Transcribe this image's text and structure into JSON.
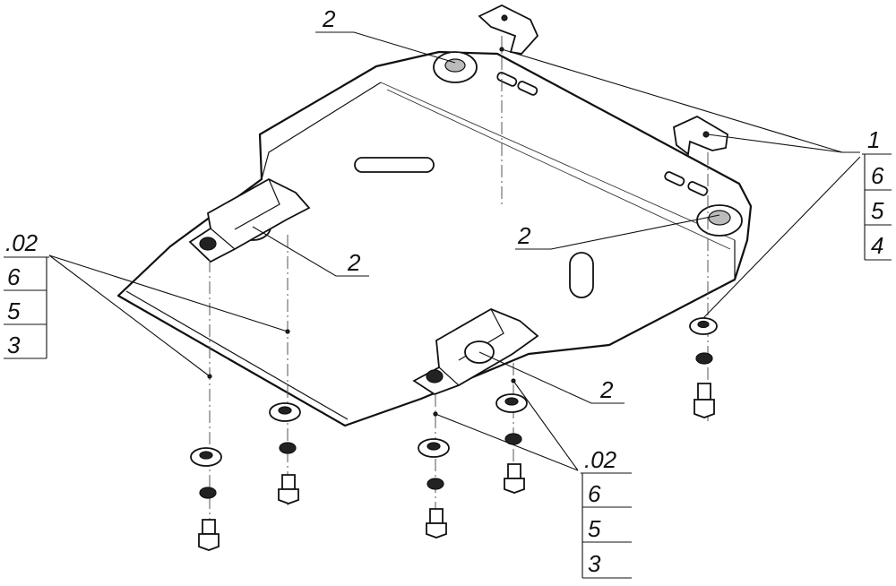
{
  "callouts": {
    "top": "2",
    "left_mid": "2",
    "center": "2",
    "bottom_right": "2"
  },
  "stack_right": {
    "head": "1",
    "rows": [
      "6",
      "5",
      "4"
    ]
  },
  "stack_left": {
    "head": ".02",
    "rows": [
      "6",
      "5",
      "3"
    ]
  },
  "stack_bottom": {
    "head": ".02",
    "rows": [
      "6",
      "5",
      "3"
    ]
  }
}
